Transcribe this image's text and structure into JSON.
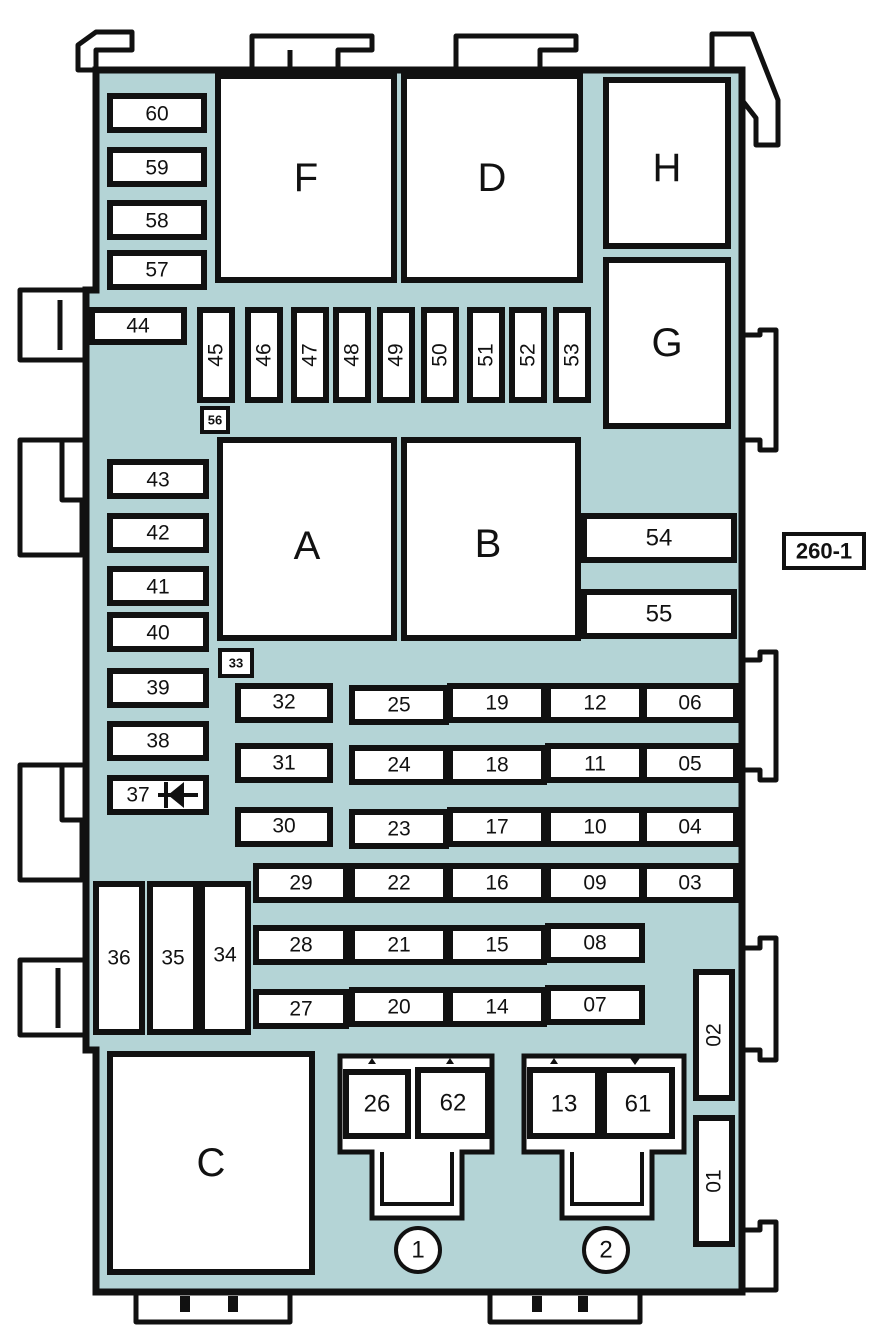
{
  "diagram_ref": "260-1",
  "relays": {
    "F": "F",
    "D": "D",
    "H": "H",
    "G": "G",
    "A": "A",
    "B": "B",
    "C": "C"
  },
  "fuses": {
    "f60": "60",
    "f59": "59",
    "f58": "58",
    "f57": "57",
    "f44": "44",
    "f45": "45",
    "f46": "46",
    "f47": "47",
    "f48": "48",
    "f49": "49",
    "f50": "50",
    "f51": "51",
    "f52": "52",
    "f53": "53",
    "f56": "56",
    "f43": "43",
    "f42": "42",
    "f41": "41",
    "f40": "40",
    "f39": "39",
    "f38": "38",
    "f37": "37",
    "f33": "33",
    "f54": "54",
    "f55": "55",
    "f32": "32",
    "f31": "31",
    "f30": "30",
    "f25": "25",
    "f24": "24",
    "f23": "23",
    "f19": "19",
    "f18": "18",
    "f17": "17",
    "f12": "12",
    "f11": "11",
    "f10": "10",
    "f06": "06",
    "f05": "05",
    "f04": "04",
    "f29": "29",
    "f22": "22",
    "f16": "16",
    "f09": "09",
    "f03": "03",
    "f28": "28",
    "f21": "21",
    "f15": "15",
    "f08": "08",
    "f27": "27",
    "f20": "20",
    "f14": "14",
    "f07": "07",
    "f36": "36",
    "f35": "35",
    "f34": "34",
    "f02": "02",
    "f01": "01",
    "f26": "26",
    "f62": "62",
    "f13": "13",
    "f61": "61"
  },
  "connectors": {
    "c1": "1",
    "c2": "2"
  },
  "icons": {
    "diode": "diode-icon"
  }
}
